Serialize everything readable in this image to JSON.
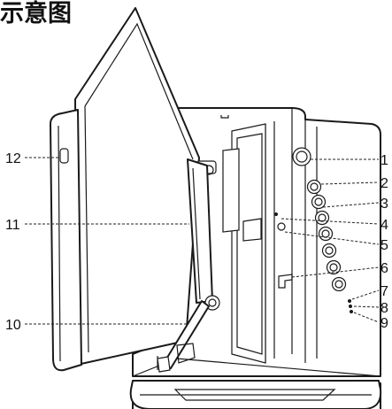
{
  "title": "示意图",
  "callouts": [
    {
      "id": "1",
      "label": "1"
    },
    {
      "id": "2",
      "label": "2"
    },
    {
      "id": "3",
      "label": "3"
    },
    {
      "id": "4",
      "label": "4"
    },
    {
      "id": "5",
      "label": "5"
    },
    {
      "id": "6",
      "label": "6"
    },
    {
      "id": "7",
      "label": "7"
    },
    {
      "id": "8",
      "label": "8"
    },
    {
      "id": "9",
      "label": "9"
    },
    {
      "id": "10",
      "label": "10"
    },
    {
      "id": "11",
      "label": "11"
    },
    {
      "id": "12",
      "label": "12"
    }
  ]
}
